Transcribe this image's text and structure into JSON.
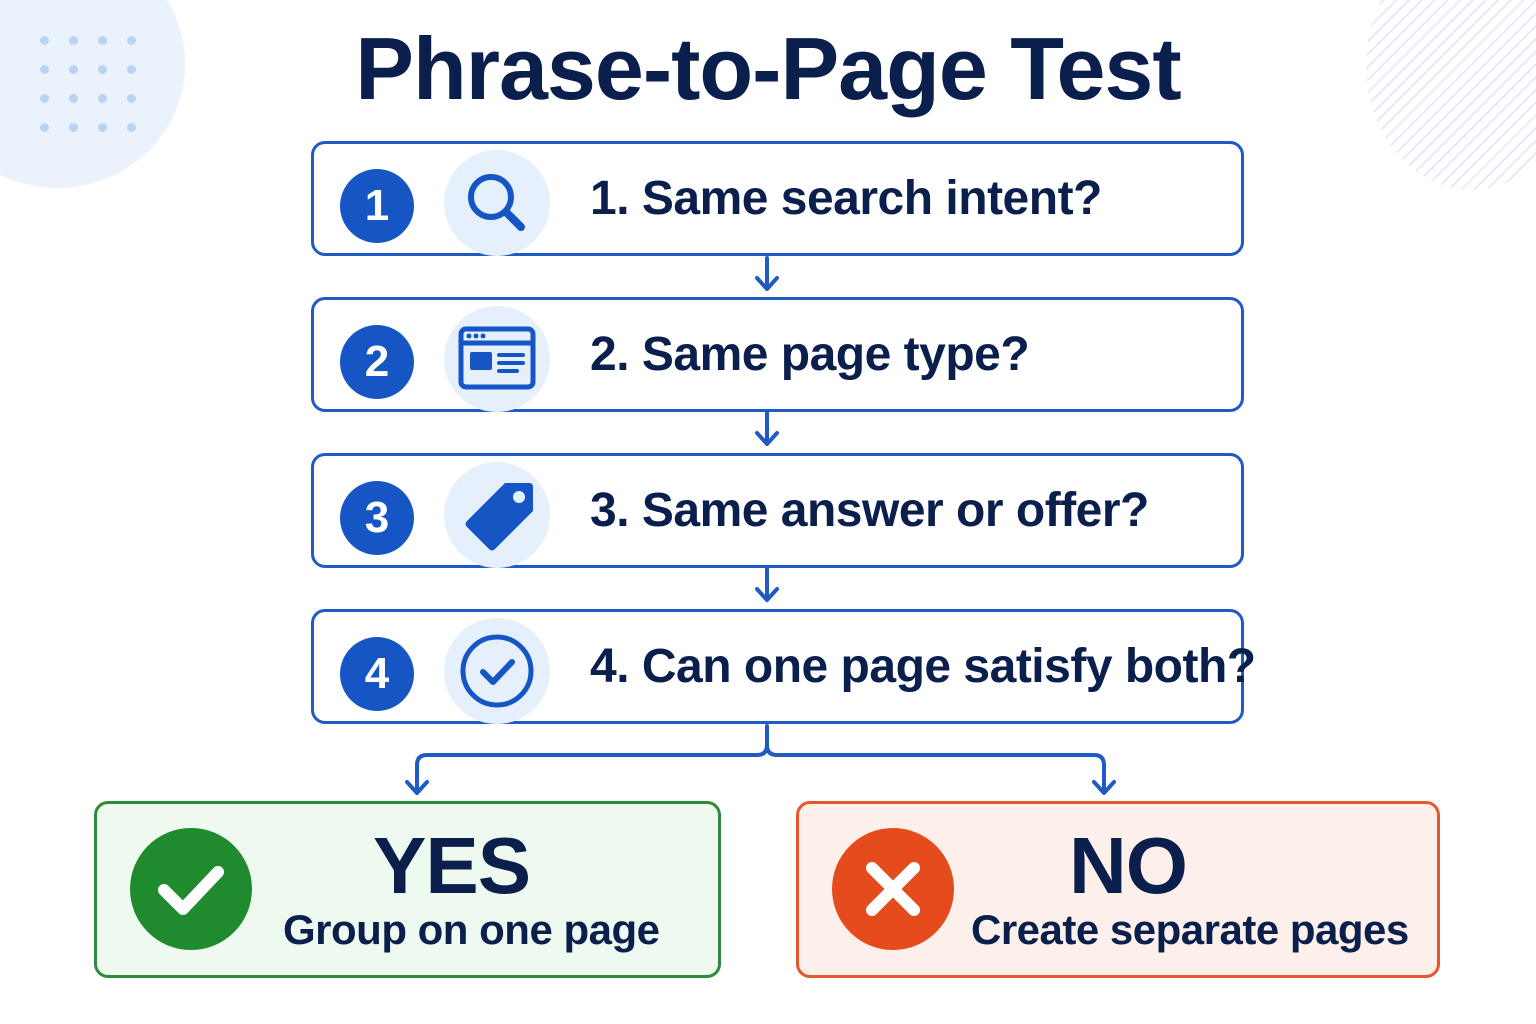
{
  "title": "Phrase-to-Page Test",
  "steps": [
    {
      "number": "1",
      "label": "1. Same search intent?",
      "icon": "magnifier-icon"
    },
    {
      "number": "2",
      "label": "2. Same page type?",
      "icon": "browser-page-icon"
    },
    {
      "number": "3",
      "label": "3. Same answer or offer?",
      "icon": "price-tag-icon"
    },
    {
      "number": "4",
      "label": "4. Can one page satisfy both?",
      "icon": "check-circle-icon"
    }
  ],
  "outcomes": {
    "yes": {
      "word": "YES",
      "description": "Group on one page",
      "icon": "checkmark-icon",
      "color": "#1f8a2e"
    },
    "no": {
      "word": "NO",
      "description": "Create separate pages",
      "icon": "x-mark-icon",
      "color": "#e54b1c"
    }
  },
  "colors": {
    "primary": "#1556c4",
    "title": "#0b1f4d",
    "yes_border": "#2e8b3a",
    "no_border": "#e6572b"
  }
}
